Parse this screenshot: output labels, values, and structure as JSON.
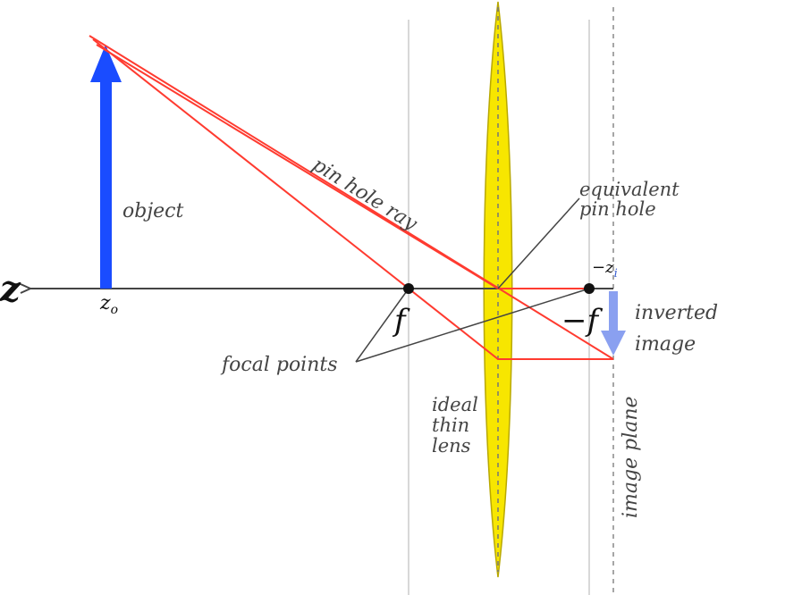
{
  "colors": {
    "background": "#ffffff",
    "object_arrow": "#1a4cff",
    "image_arrow": "#8aa0f0",
    "ray": "#ff3b30",
    "lens_fill": "#f7e600",
    "lens_stroke": "#b8a800",
    "axis": "#444444",
    "guide_line": "#cccccc",
    "dashed_line": "#777777",
    "label": "#444444"
  },
  "labels": {
    "axis_z": "z",
    "z_o_main": "z",
    "z_o_sub": "o",
    "z_i_prefix": "−z",
    "z_i_sub": "i",
    "focal_f": "f",
    "focal_neg_f": "−f",
    "object": "object",
    "pin_hole_ray": "pin hole ray",
    "equivalent_pin_hole_line1": "equivalent",
    "equivalent_pin_hole_line2": "pin hole",
    "focal_points": "focal points",
    "inverted_image_line1": "inverted",
    "inverted_image_line2": "image",
    "ideal_thin_lens_line1": "ideal",
    "ideal_thin_lens_line2": "thin",
    "ideal_thin_lens_line3": "lens",
    "image_plane": "image plane"
  }
}
